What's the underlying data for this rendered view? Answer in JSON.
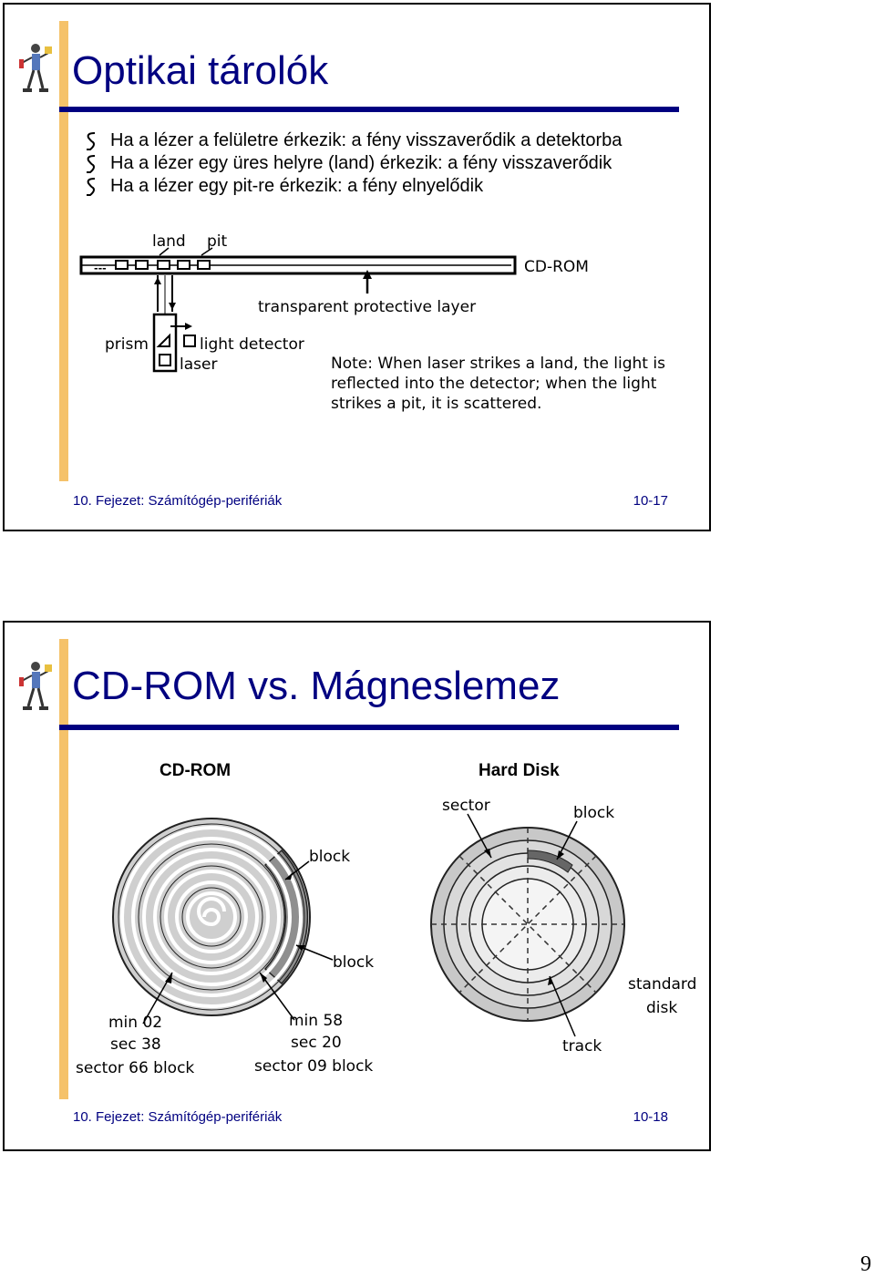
{
  "slide1": {
    "title": "Optikai tárolók",
    "bullets": [
      "Ha a lézer a felületre érkezik:  a fény visszaverődik a detektorba",
      "Ha a lézer egy üres helyre (land) érkezik:  a fény visszaverődik",
      "Ha a lézer egy pit-re érkezik:  a fény elnyelődik"
    ],
    "diagram": {
      "land": "land",
      "pit": "pit",
      "cdrom": "CD-ROM",
      "layer": "transparent protective layer",
      "prism": "prism",
      "detector": "light detector",
      "laser": "laser",
      "note_lines": [
        "Note: When laser strikes a land, the light is",
        "reflected into the detector; when the light",
        "strikes a pit, it is scattered."
      ]
    },
    "footer_left": "10. Fejezet: Számítógép-perifériák",
    "footer_right": "10-17"
  },
  "slide2": {
    "title": "CD-ROM vs. Mágneslemez",
    "col_left": "CD-ROM",
    "col_right": "Hard Disk",
    "cd_labels": {
      "block1": "block",
      "block2": "block",
      "left_min": "min 02",
      "left_sec": "sec 38",
      "left_sector": "sector 66 block",
      "right_min": "min 58",
      "right_sec": "sec 20",
      "right_sector": "sector 09 block"
    },
    "hd_labels": {
      "sector": "sector",
      "block": "block",
      "standard1": "standard",
      "standard2": "disk",
      "track": "track"
    },
    "footer_left": "10. Fejezet: Számítógép-perifériák",
    "footer_right": "10-18"
  },
  "page_number": "9",
  "colors": {
    "title": "#000080",
    "accent_bar": "#f5c26a"
  }
}
